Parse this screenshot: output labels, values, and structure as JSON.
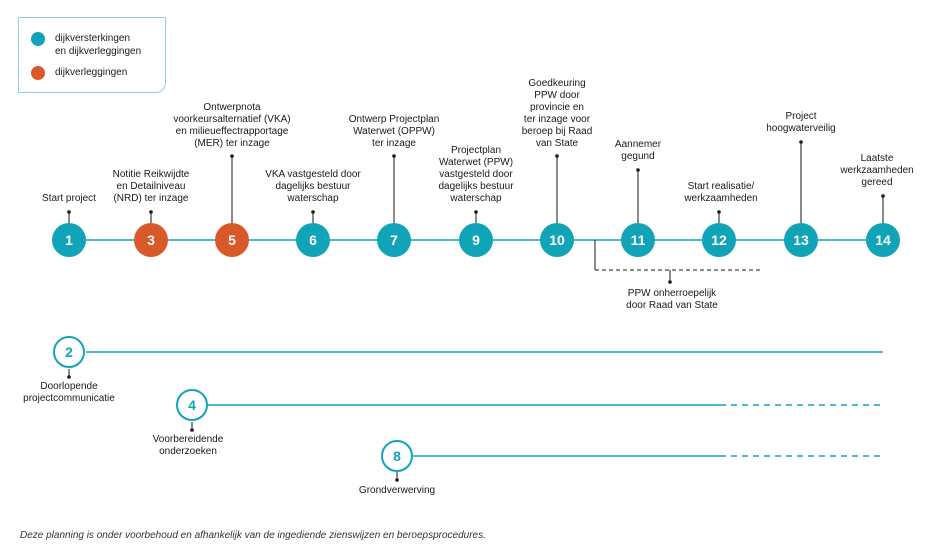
{
  "legend": {
    "items": [
      {
        "label": "dijkversterkingen\nen dijkverleggingen",
        "color": "#11a3b8"
      },
      {
        "label": "dijkverleggingen",
        "color": "#d85a2b"
      }
    ]
  },
  "milestones": [
    {
      "number": "1",
      "label": "Start project",
      "kind": "both"
    },
    {
      "number": "3",
      "label": "Notitie Reikwijdte\nen Detailniveau\n(NRD) ter inzage",
      "kind": "verlegging"
    },
    {
      "number": "5",
      "label": "Ontwerpnota\nvoorkeursalternatief (VKA)\nen milieueffectrapportage\n(MER) ter inzage",
      "kind": "verlegging"
    },
    {
      "number": "6",
      "label": "VKA vastgesteld door\ndagelijks bestuur\nwaterschap",
      "kind": "both"
    },
    {
      "number": "7",
      "label": "Ontwerp Projectplan\nWaterwet (OPPW)\nter inzage",
      "kind": "both"
    },
    {
      "number": "9",
      "label": "Projectplan\nWaterwet (PPW)\nvastgesteld door\ndagelijks bestuur\nwaterschap",
      "kind": "both"
    },
    {
      "number": "10",
      "label": "Goedkeuring\nPPW door\nprovincie en\nter inzage voor\nberoep bij Raad\nvan State",
      "kind": "both"
    },
    {
      "number": "11",
      "label": "Aannemer\ngegund",
      "kind": "both"
    },
    {
      "number": "12",
      "label": "Start realisatie/\nwerkzaamheden",
      "kind": "both"
    },
    {
      "number": "13",
      "label": "Project\nhoogwaterveilig",
      "kind": "both"
    },
    {
      "number": "14",
      "label": "Laatste\nwerkzaamheden\ngereed",
      "kind": "both"
    }
  ],
  "branch_label": "PPW onherroepelijk\ndoor Raad van State",
  "ongoing": [
    {
      "number": "2",
      "label": "Doorlopende\nprojectcommunicatie"
    },
    {
      "number": "4",
      "label": "Voorbereidende\nonderzoeken"
    },
    {
      "number": "8",
      "label": "Grondverwerving"
    }
  ],
  "colors": {
    "teal": "#11a3b8",
    "orange": "#d85a2b"
  },
  "footnote": "Deze planning is onder voorbehoud en afhankelijk van de ingediende zienswijzen en beroepsprocedures."
}
